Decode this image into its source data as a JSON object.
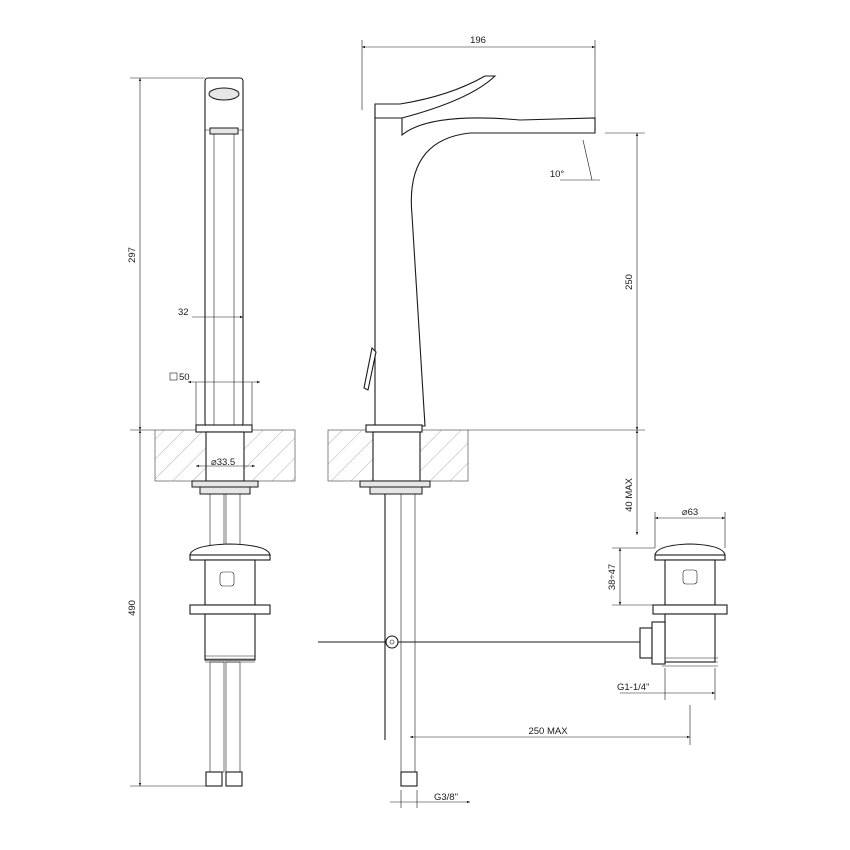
{
  "dimensions": {
    "overall_width": "196",
    "spout_angle": "10°",
    "spout_height": "250",
    "total_height": "297",
    "column_width": "32",
    "base_square": "50",
    "shank_diameter": "⌀33.5",
    "max_counter_thickness": "40 MAX",
    "waste_cap_diameter": "⌀63",
    "waste_adjust_range": "38÷47",
    "hose_length": "490",
    "waste_thread": "G1-1/4\"",
    "rod_max": "250 MAX",
    "hose_thread": "G3/8\""
  },
  "colors": {
    "line": "#1a1a1a",
    "background": "#ffffff"
  }
}
